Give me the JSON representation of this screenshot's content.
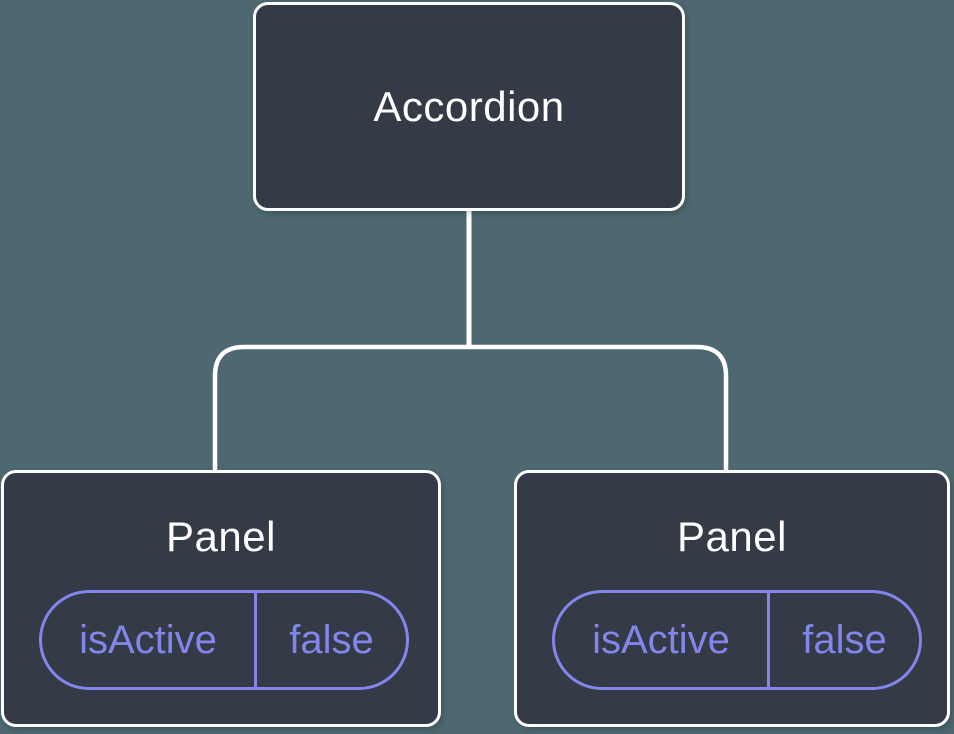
{
  "colors": {
    "background": "#4D6871",
    "node_fill": "#343A46",
    "node_border": "#FFFFFF",
    "text": "#FFFFFF",
    "state_accent": "#8286EB"
  },
  "tree": {
    "root": {
      "label": "Accordion"
    },
    "children": [
      {
        "label": "Panel",
        "state": {
          "name": "isActive",
          "value": "false"
        }
      },
      {
        "label": "Panel",
        "state": {
          "name": "isActive",
          "value": "false"
        }
      }
    ]
  }
}
